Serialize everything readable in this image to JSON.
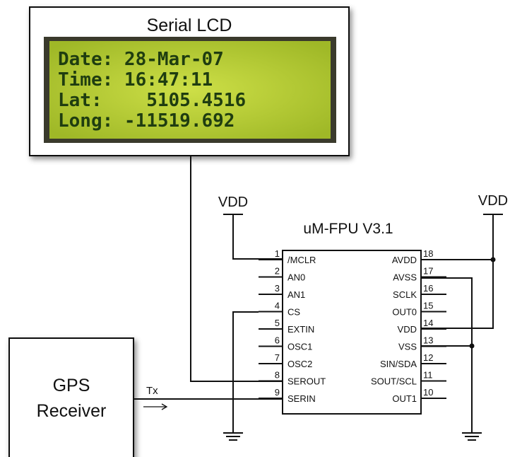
{
  "lcd": {
    "title": "Serial LCD",
    "lines": [
      "Date: 28-Mar-07",
      "Time: 16:47:11",
      "Lat:    5105.4516",
      "Long: -11519.692"
    ],
    "screen_color": "#b9cf35",
    "text_color": "#1f3d10"
  },
  "chip": {
    "name": "uM-FPU V3.1",
    "left_pins": [
      {
        "num": "1",
        "label": "/MCLR"
      },
      {
        "num": "2",
        "label": "AN0"
      },
      {
        "num": "3",
        "label": "AN1"
      },
      {
        "num": "4",
        "label": "CS"
      },
      {
        "num": "5",
        "label": "EXTIN"
      },
      {
        "num": "6",
        "label": "OSC1"
      },
      {
        "num": "7",
        "label": "OSC2"
      },
      {
        "num": "8",
        "label": "SEROUT"
      },
      {
        "num": "9",
        "label": "SERIN"
      }
    ],
    "right_pins": [
      {
        "num": "18",
        "label": "AVDD"
      },
      {
        "num": "17",
        "label": "AVSS"
      },
      {
        "num": "16",
        "label": "SCLK"
      },
      {
        "num": "15",
        "label": "OUT0"
      },
      {
        "num": "14",
        "label": "VDD"
      },
      {
        "num": "13",
        "label": "VSS"
      },
      {
        "num": "12",
        "label": "SIN/SDA"
      },
      {
        "num": "11",
        "label": "SOUT/SCL"
      },
      {
        "num": "10",
        "label": "OUT1"
      }
    ]
  },
  "power": {
    "vdd_left": "VDD",
    "vdd_right": "VDD"
  },
  "gps": {
    "line1": "GPS",
    "line2": "Receiver",
    "tx_label": "Tx"
  }
}
